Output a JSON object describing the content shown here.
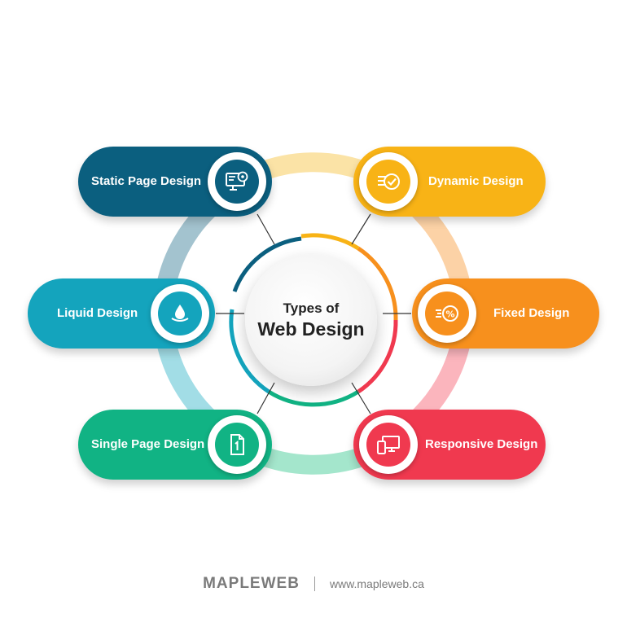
{
  "center": {
    "line1": "Types of",
    "line2": "Web Design"
  },
  "items": [
    {
      "label": "Static Page Design",
      "color": "#0b5f7f",
      "icon": "monitor-gear-icon"
    },
    {
      "label": "Dynamic Design",
      "color": "#f8b316",
      "icon": "list-check-icon"
    },
    {
      "label": "Liquid Design",
      "color": "#14a4bd",
      "icon": "water-drop-icon"
    },
    {
      "label": "Fixed Design",
      "color": "#f7901d",
      "icon": "percent-speed-icon"
    },
    {
      "label": "Single Page Design",
      "color": "#11b384",
      "icon": "page-one-icon"
    },
    {
      "label": "Responsive Design",
      "color": "#f0394f",
      "icon": "devices-icon"
    }
  ],
  "footer": {
    "brand": "MAPLEWEB",
    "url": "www.mapleweb.ca"
  }
}
